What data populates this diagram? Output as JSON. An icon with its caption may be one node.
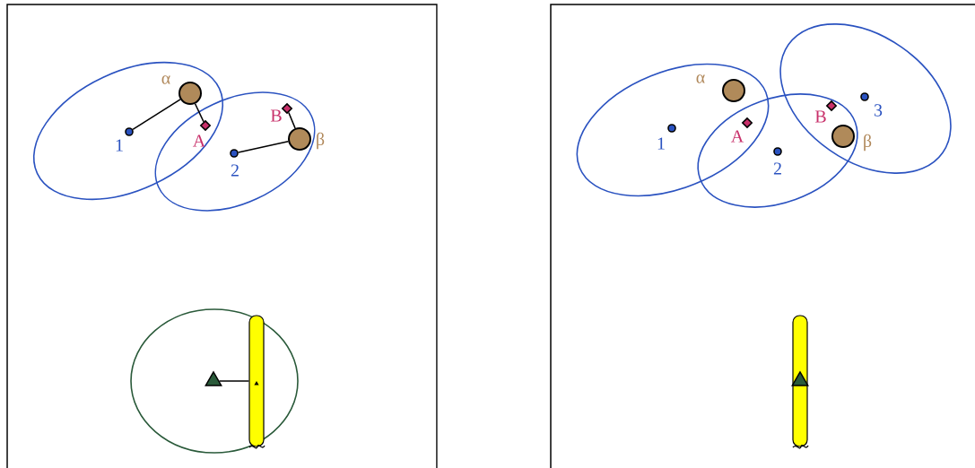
{
  "diagram": {
    "nodes": [
      {
        "text": [],
        "shape": "circle",
        "beside": [
          "1"
        ]
      },
      {
        "text": [],
        "shape": "circle",
        "beside": [
          "α"
        ]
      },
      {
        "text": [],
        "shape": "diamond",
        "beside": [
          "A"
        ]
      },
      {
        "text": [],
        "shape": "diamond",
        "beside": [
          "B"
        ]
      },
      {
        "text": [],
        "shape": "circle",
        "beside": [
          "β"
        ]
      },
      {
        "text": [],
        "shape": "circle",
        "beside": [
          "2"
        ]
      },
      {
        "text": [],
        "shape": "triangle"
      },
      {
        "text": [],
        "shape": "bar"
      },
      {
        "text": [],
        "shape": "triangle",
        "in": 7
      },
      {
        "text": [],
        "shape": "circle",
        "beside": [
          "1"
        ]
      },
      {
        "text": [],
        "shape": "circle",
        "beside": [
          "α"
        ]
      },
      {
        "text": [],
        "shape": "diamond",
        "beside": [
          "A"
        ]
      },
      {
        "text": [],
        "shape": "diamond",
        "beside": [
          "B"
        ]
      },
      {
        "text": [],
        "shape": "circle",
        "beside": [
          "3"
        ]
      },
      {
        "text": [],
        "shape": "circle",
        "beside": [
          "β"
        ]
      },
      {
        "text": [],
        "shape": "circle",
        "beside": [
          "2"
        ]
      },
      {
        "text": [],
        "shape": "bar"
      },
      {
        "text": [],
        "shape": "triangle",
        "in": 16
      }
    ],
    "edges": [
      {
        "from": 0,
        "to": 1,
        "arrow": "none"
      },
      {
        "from": 1,
        "to": 2,
        "arrow": "none"
      },
      {
        "from": 3,
        "to": 4,
        "arrow": "none"
      },
      {
        "from": 4,
        "to": 5,
        "arrow": "none"
      },
      {
        "from": 6,
        "to": 7,
        "arrow": "none"
      }
    ]
  }
}
